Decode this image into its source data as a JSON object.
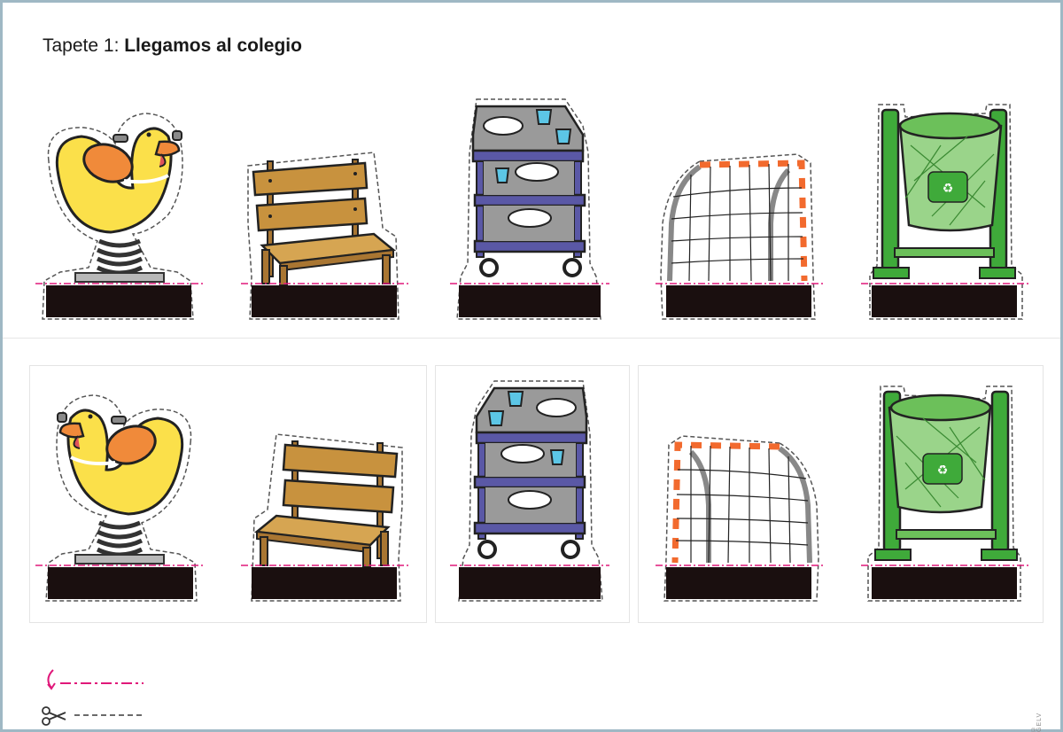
{
  "page": {
    "title_prefix": "Tapete 1: ",
    "title_bold": "Llegamos al colegio",
    "credit": "© GELV"
  },
  "legend": {
    "fold_icon": "fold-arrow-icon",
    "cut_icon": "scissors-icon"
  },
  "rows": [
    {
      "id": "top",
      "items": [
        "spring-duck",
        "bench",
        "cart",
        "goal",
        "recycling-bin"
      ]
    },
    {
      "id": "bottom",
      "items": [
        "spring-duck",
        "bench",
        "cart",
        "goal",
        "recycling-bin"
      ]
    }
  ],
  "colors": {
    "cut_line": "#555555",
    "fold_line": "#e0187a",
    "base": "#1a0f0f",
    "duck": "#fbe04a",
    "wing": "#f08a3a",
    "bench": "#c8923e",
    "cart_top": "#9a9a9a",
    "cart_frame": "#5a58a6",
    "goal_stripe": "#f26a2e",
    "bin_green": "#3faa3a",
    "bin_light": "#9ad48a"
  }
}
